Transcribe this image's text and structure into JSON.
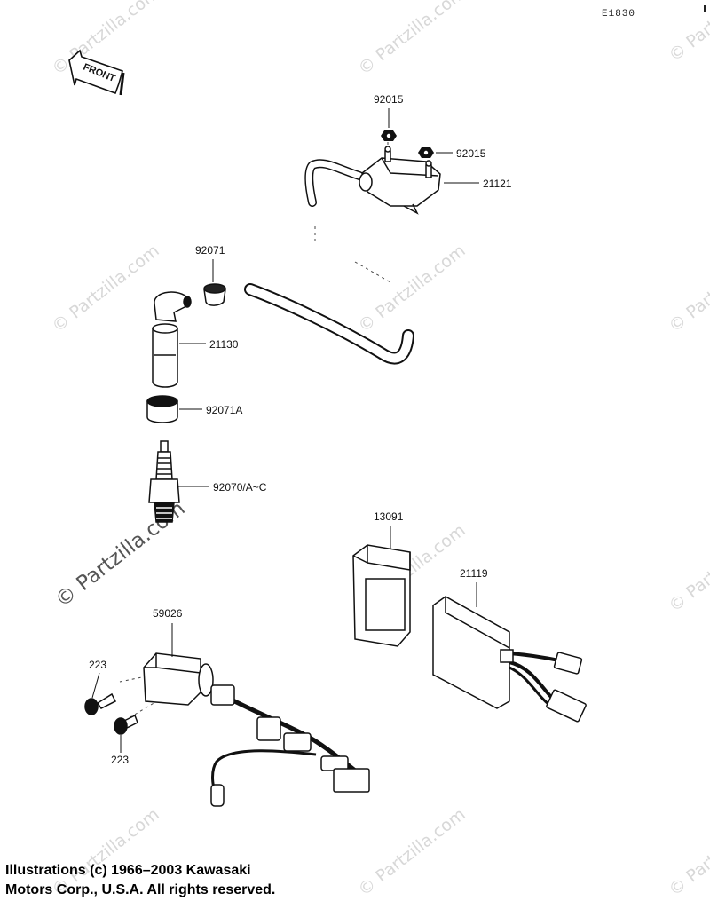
{
  "diagram_code": "E1830",
  "front_label": "FRONT",
  "watermark_text": "© Partzilla.com",
  "parts": {
    "p92015_top": "92015",
    "p92015_side": "92015",
    "p21121": "21121",
    "p92071": "92071",
    "p21130": "21130",
    "p92071A": "92071A",
    "p92070": "92070/A~C",
    "p13091": "13091",
    "p21119": "21119",
    "p59026": "59026",
    "p223_upper": "223",
    "p223_lower": "223"
  },
  "copyright": {
    "line1": "Illustrations (c) 1966–2003 Kawasaki",
    "line2": "Motors Corp., U.S.A.  All rights reserved."
  }
}
